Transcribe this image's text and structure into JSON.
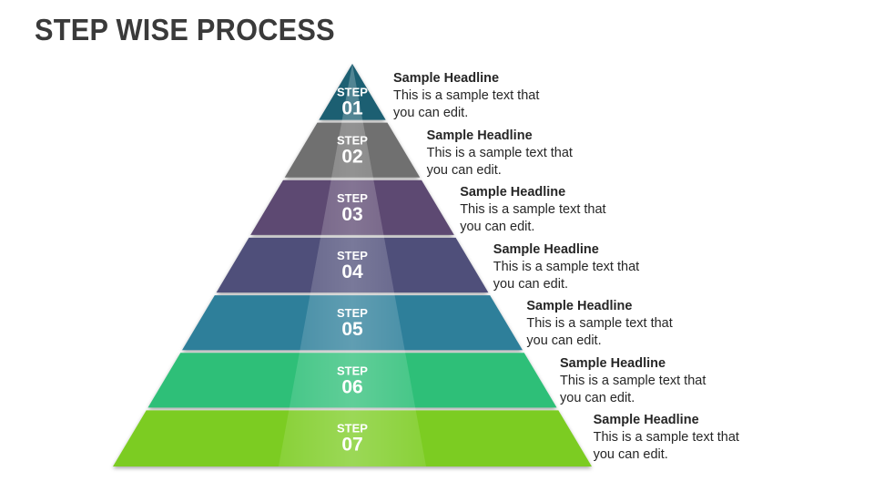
{
  "title": "STEP WISE PROCESS",
  "steps": [
    {
      "word": "STEP",
      "number": "01",
      "headline": "Sample Headline",
      "text": "This is a sample text that you can edit.",
      "color": "#1f5e72"
    },
    {
      "word": "STEP",
      "number": "02",
      "headline": "Sample Headline",
      "text": "This is a sample text that you can edit.",
      "color": "#6f6f6f"
    },
    {
      "word": "STEP",
      "number": "03",
      "headline": "Sample Headline",
      "text": "This is a sample text that you can edit.",
      "color": "#5d4a72"
    },
    {
      "word": "STEP",
      "number": "04",
      "headline": "Sample Headline",
      "text": "This is a sample text that you can edit.",
      "color": "#4f4f7a"
    },
    {
      "word": "STEP",
      "number": "05",
      "headline": "Sample Headline",
      "text": "This is a sample text that you can edit.",
      "color": "#2f7f9a"
    },
    {
      "word": "STEP",
      "number": "06",
      "headline": "Sample Headline",
      "text": "This is a sample text that you can edit.",
      "color": "#2fbf78"
    },
    {
      "word": "STEP",
      "number": "07",
      "headline": "Sample Headline",
      "text": "This is a sample text that you can edit.",
      "color": "#7ccc22"
    }
  ]
}
